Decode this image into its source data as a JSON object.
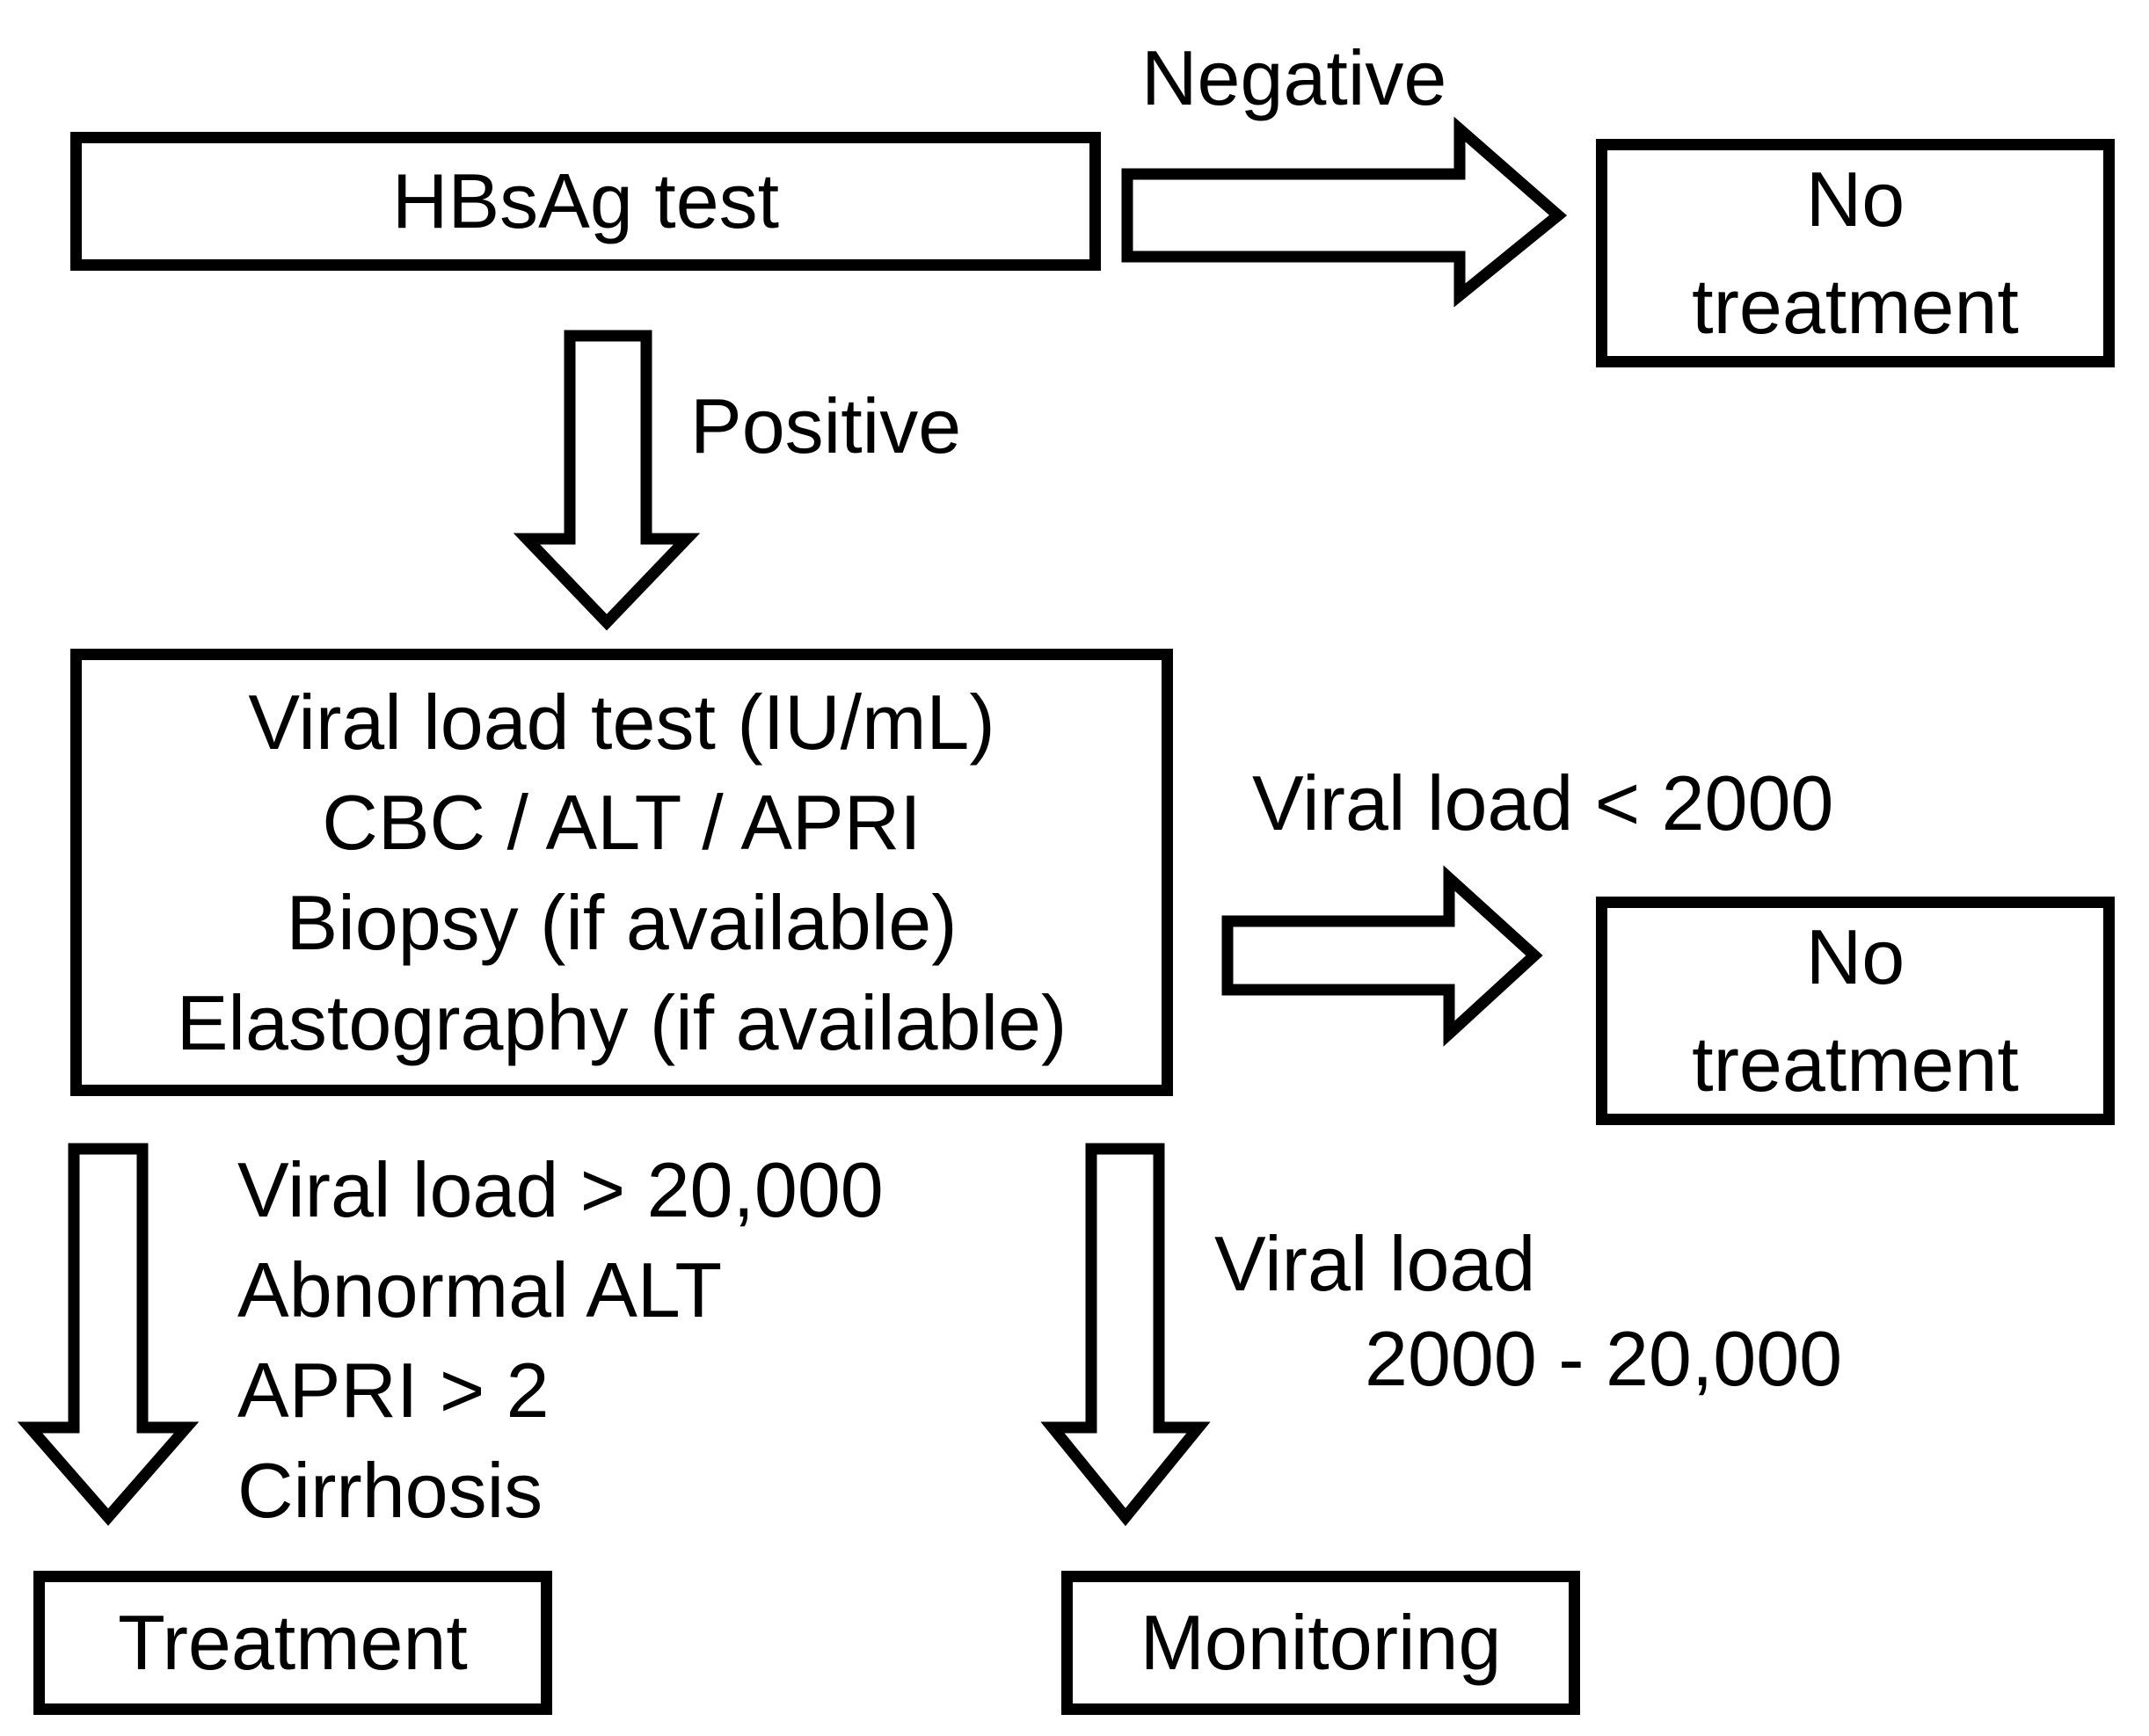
{
  "colors": {
    "ink": "#000000",
    "paper": "#ffffff"
  },
  "flowchart": {
    "nodes": {
      "hbsag": {
        "label": "HBsAg test"
      },
      "no_treatment_top": {
        "lines": [
          "No",
          "treatment"
        ]
      },
      "workup": {
        "lines": [
          "Viral load test (IU/mL)",
          "CBC / ALT / APRI",
          "Biopsy (if available)",
          "Elastography (if available)"
        ]
      },
      "no_treatment_right": {
        "lines": [
          "No",
          "treatment"
        ]
      },
      "treatment": {
        "label": "Treatment"
      },
      "monitoring": {
        "label": "Monitoring"
      }
    },
    "edges": {
      "negative": {
        "label": "Negative"
      },
      "positive": {
        "label": "Positive"
      },
      "viral_load_low": {
        "label": "Viral load < 2000"
      },
      "treatment_criteria": {
        "lines": [
          "Viral load > 20,000",
          "Abnormal ALT",
          "APRI > 2",
          "Cirrhosis"
        ]
      },
      "viral_load_mid": {
        "lines": [
          "Viral load",
          "2000 - 20,000"
        ]
      }
    }
  }
}
